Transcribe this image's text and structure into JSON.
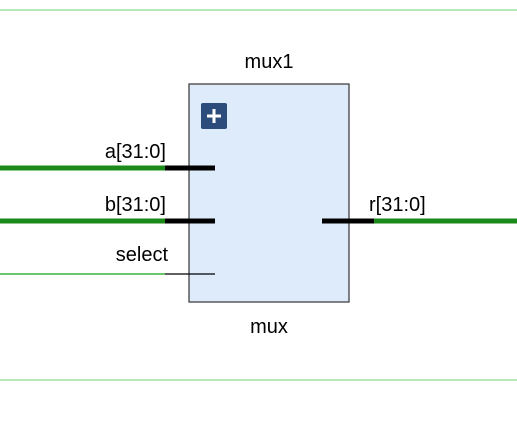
{
  "cell": {
    "instance_name": "mux1",
    "module_name": "mux",
    "expand_glyph": "+",
    "expand_icon": "plus-expand-icon"
  },
  "ports": {
    "a": "a[31:0]",
    "b": "b[31:0]",
    "select": "select",
    "r": "r[31:0]"
  },
  "colors": {
    "bus_wire": "#1a8a1a",
    "net_wire": "#3cb43c",
    "pin": "#000000",
    "block_fill": "#deebfa",
    "block_border": "#333333",
    "boundary_line": "#6ccf6c",
    "expand_button": "#2c4d7c"
  }
}
